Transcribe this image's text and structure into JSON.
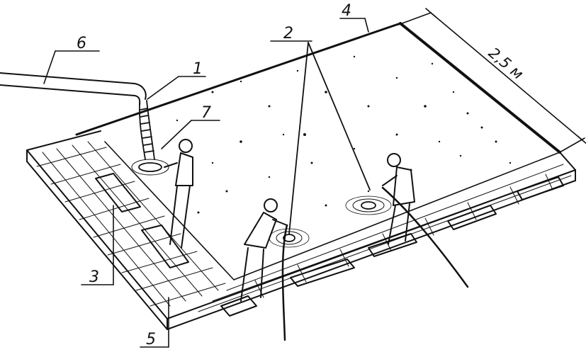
{
  "labels": {
    "l1": "1",
    "l2": "2",
    "l3": "3",
    "l4": "4",
    "l5": "5",
    "l6": "6",
    "l7": "7"
  },
  "dimension": "2,5 м",
  "colors": {
    "ink": "#111111",
    "background": "#ffffff"
  }
}
